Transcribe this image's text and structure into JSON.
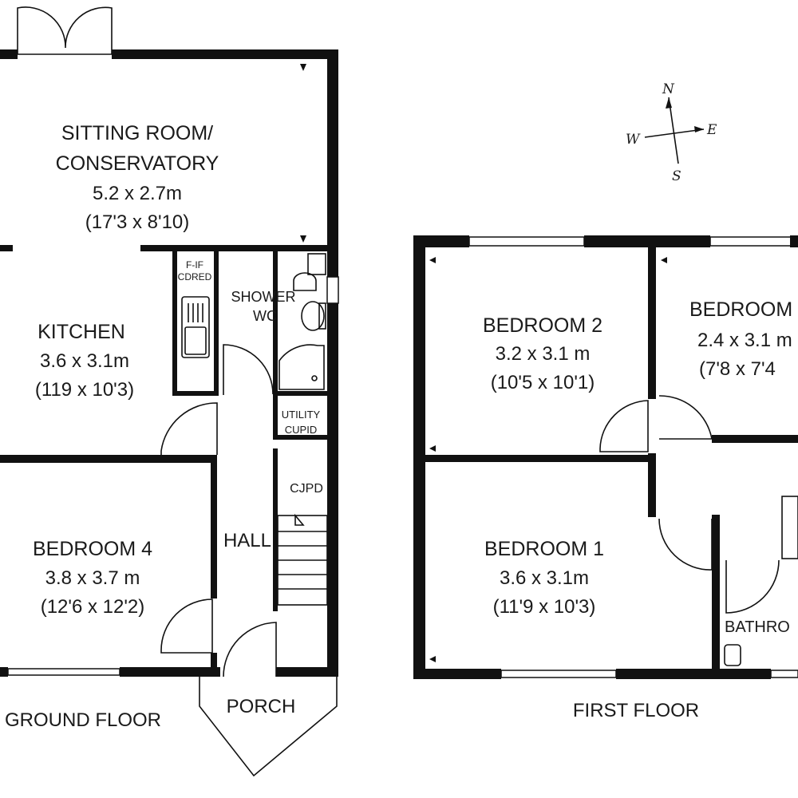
{
  "ground_floor": {
    "label": "GROUND FLOOR",
    "rooms": {
      "sitting": {
        "name_line1": "SITTING ROOM/",
        "name_line2": "CONSERVATORY",
        "metric": "5.2 x 2.7m",
        "imperial": "(17'3 x 8'10)"
      },
      "kitchen": {
        "name": "KITCHEN",
        "metric": "3.6 x 3.1m",
        "imperial": "(119 x 10'3)"
      },
      "bedroom4": {
        "name": "BEDROOM 4",
        "metric": "3.8 x 3.7 m",
        "imperial": "(12'6 x 12'2)"
      },
      "shower": {
        "name_line1": "SHOWER",
        "name_line2": "WC"
      },
      "fridge": {
        "line1": "F-IF",
        "line2": "CDRED"
      },
      "utility": {
        "line1": "UTILITY",
        "line2": "CUPID"
      },
      "cupboard": {
        "name": "CJPD"
      },
      "hall": {
        "name": "HALL"
      },
      "porch": {
        "name": "PORCH"
      }
    }
  },
  "first_floor": {
    "label": "FIRST FLOOR",
    "rooms": {
      "bedroom2": {
        "name": "BEDROOM 2",
        "metric": "3.2 x 3.1 m",
        "imperial": "(10'5 x 10'1)"
      },
      "bedroom3": {
        "name": "BEDROOM",
        "metric": "2.4 x 3.1 m",
        "imperial": "(7'8 x 7'4"
      },
      "bedroom1": {
        "name": "BEDROOM 1",
        "metric": "3.6 x 3.1m",
        "imperial": "(11'9 x 10'3)"
      },
      "bathroom": {
        "name": "BATHRO"
      }
    }
  },
  "compass": {
    "n": "N",
    "s": "S",
    "e": "E",
    "w": "W"
  }
}
